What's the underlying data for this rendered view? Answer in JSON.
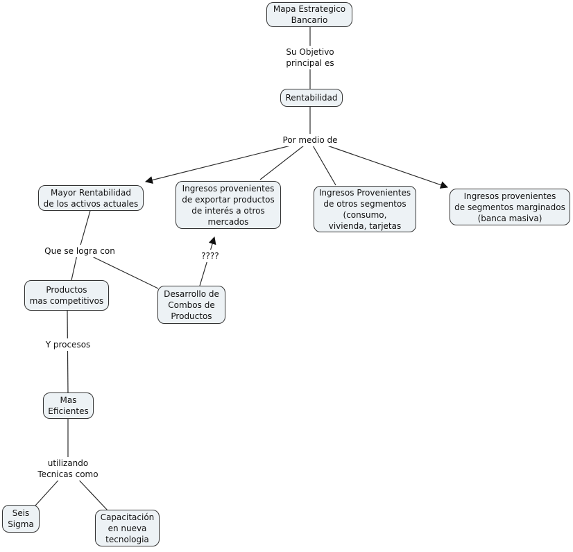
{
  "diagram": {
    "type": "concept-map",
    "nodes": {
      "mapa_estrategico": {
        "label": "Mapa Estrategico\nBancario"
      },
      "rentabilidad": {
        "label": "Rentabilidad"
      },
      "mayor_rentabilidad": {
        "label": "Mayor Rentabilidad\nde los activos actuales"
      },
      "ingresos_exportar": {
        "label": "Ingresos provenientes\nde exportar productos\nde interés a otros\nmercados"
      },
      "ingresos_otros_segmentos": {
        "label": "Ingresos Provenientes\nde otros segmentos\n(consumo,\nvivienda, tarjetas"
      },
      "ingresos_marginados": {
        "label": "Ingresos provenientes\nde segmentos marginados\n(banca masiva)"
      },
      "productos_competitivos": {
        "label": "Productos\nmas competitivos"
      },
      "desarrollo_combos": {
        "label": "Desarrollo de\nCombos de\nProductos"
      },
      "mas_eficientes": {
        "label": "Mas\nEficientes"
      },
      "seis_sigma": {
        "label": "Seis\nSigma"
      },
      "capacitacion": {
        "label": "Capacitación\nen nueva\ntecnologia"
      }
    },
    "linking_phrases": {
      "su_objetivo": "Su Objetivo\nprincipal es",
      "por_medio_de": "Por medio de",
      "que_se_logra_con": "Que se logra con",
      "interrogantes": "????",
      "y_procesos": "Y procesos",
      "utilizando_tecnicas": "utilizando\nTecnicas como"
    },
    "colors": {
      "node_fill": "#edf2f5",
      "node_border": "#333333",
      "connector": "#2b2b2b",
      "text": "#111111",
      "background": "#ffffff"
    }
  }
}
